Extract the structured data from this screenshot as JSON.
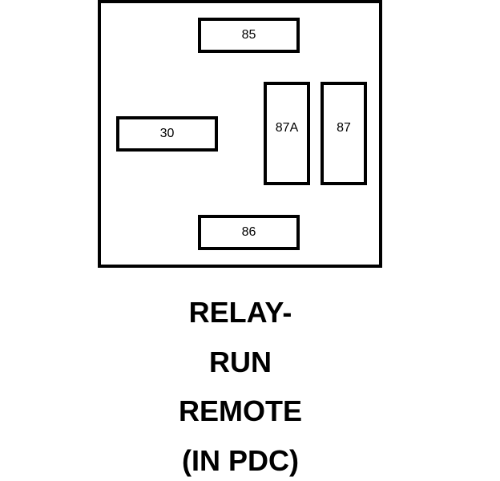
{
  "terminals": {
    "t85": "85",
    "t30": "30",
    "t87a": "87A",
    "t87": "87",
    "t86": "86"
  },
  "caption": {
    "line1": "RELAY-",
    "line2": "RUN",
    "line3": "REMOTE",
    "line4": "(IN PDC)"
  }
}
